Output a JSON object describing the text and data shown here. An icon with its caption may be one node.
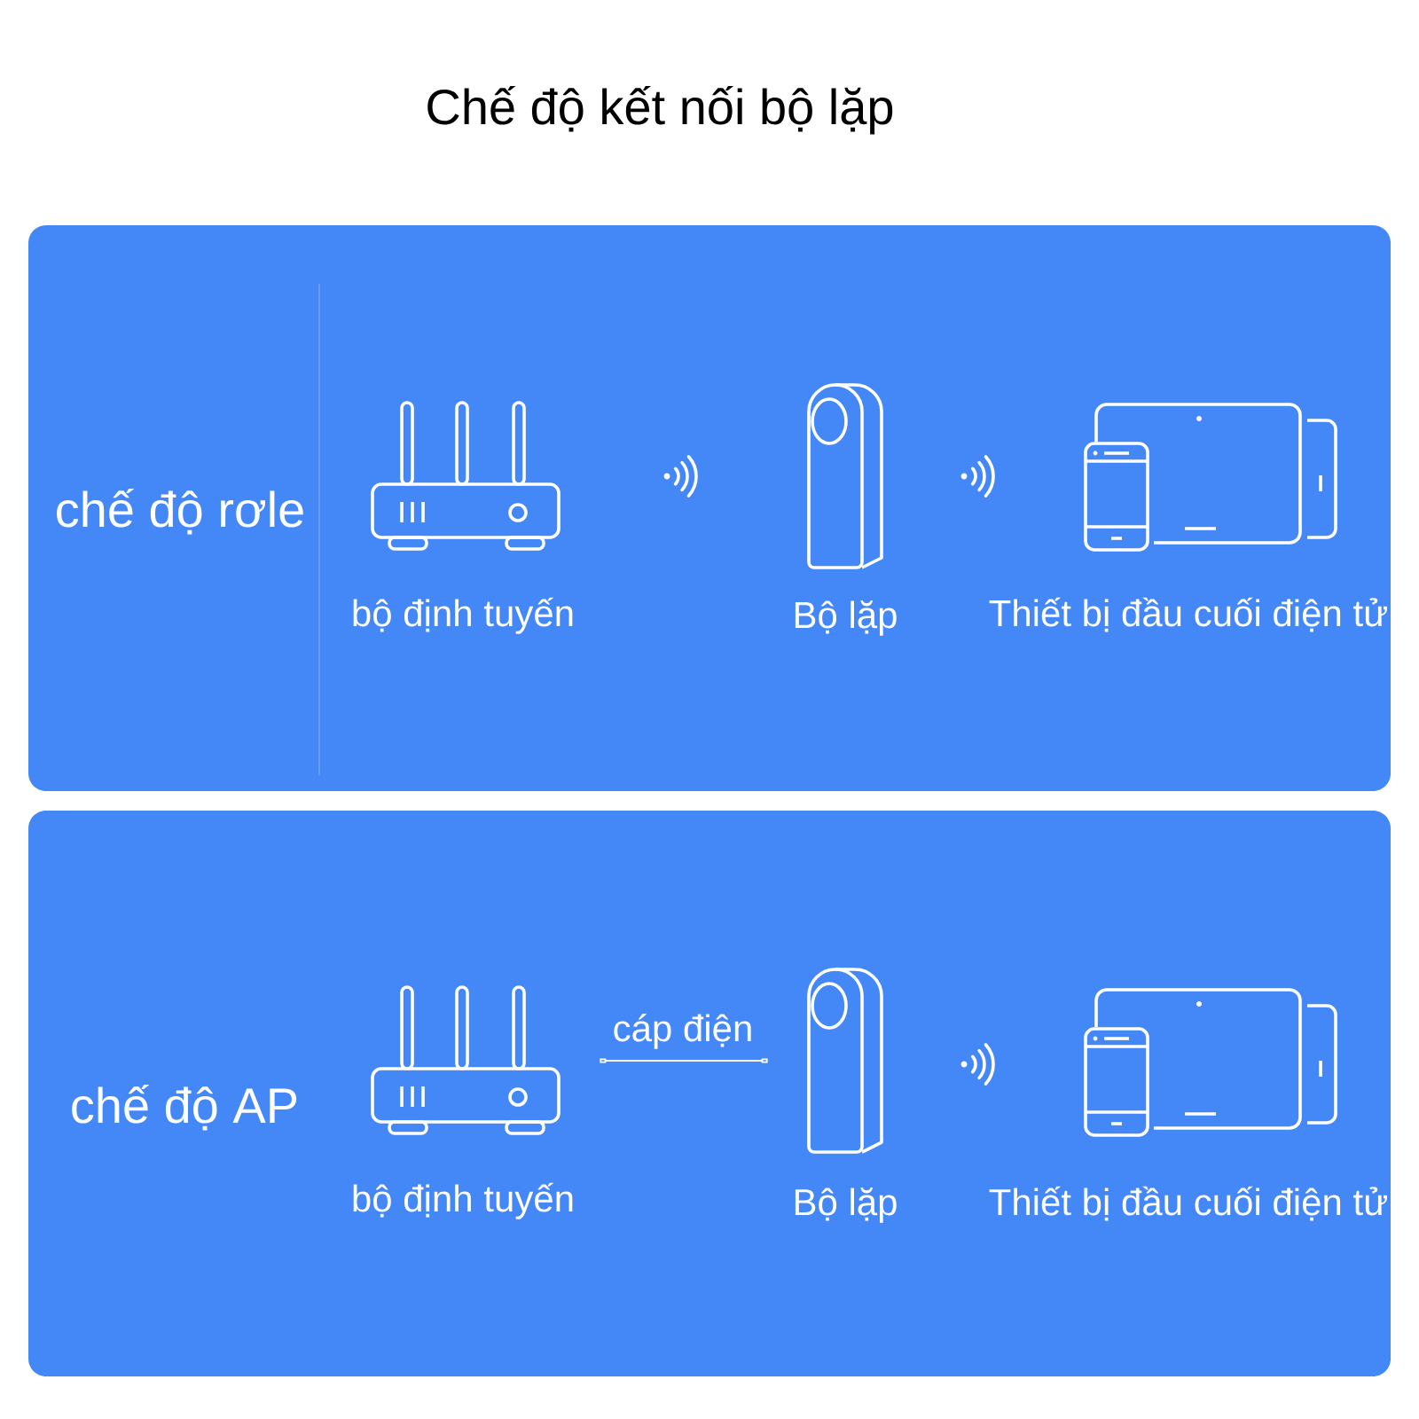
{
  "diagram": {
    "title": "Chế độ kết nối bộ lặp",
    "nodes": [
      {
        "text": [
          "chế độ rơle"
        ]
      },
      {
        "text": [],
        "shape": "picture",
        "beside": [
          "bộ định tuyến"
        ],
        "in": 0
      },
      {
        "text": [],
        "shape": "picture",
        "beside": [
          "Bộ lặp"
        ],
        "in": 0
      },
      {
        "text": [],
        "shape": "picture",
        "beside": [
          "Thiết bị đầu cuối điện tử"
        ],
        "in": 0
      },
      {
        "text": [
          "chế độ AP"
        ]
      },
      {
        "text": [],
        "shape": "picture",
        "beside": [
          "bộ định tuyến"
        ],
        "in": 4
      },
      {
        "text": [],
        "shape": "picture",
        "beside": [
          "Bộ lặp"
        ],
        "in": 4
      },
      {
        "text": [],
        "shape": "picture",
        "beside": [
          "Thiết bị đầu cuối điện tử"
        ],
        "in": 4
      }
    ],
    "edges": [
      {
        "from": 5,
        "to": 6,
        "arrow": "other",
        "label": "cáp điện"
      }
    ]
  }
}
